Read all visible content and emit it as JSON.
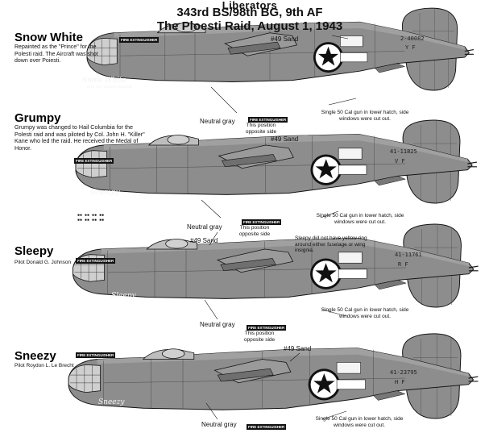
{
  "header": {
    "line1": "Liberators",
    "line2": "343rd BS/98th BG, 9th AF",
    "line3": "The Ploesti Raid, August 1, 1943"
  },
  "colors": {
    "aircraft_gray": "#8d8d8d",
    "ink": "#111111",
    "paper": "#ffffff"
  },
  "aircraft": [
    {
      "name": "Snow White",
      "description": "Repainted as the \"Prince\" for the Polesti raid. The Aircraft was shot down over Poiesti.",
      "nose_art": "Snow White",
      "nose_art_sub": "and the Seven Dwarfs",
      "serial": "2-40082",
      "tail_letters": "Y F",
      "fire_tag": "FIRE EXTINGUISHER",
      "sand_label": "#49 Sand",
      "neutral_label": "Neutral gray",
      "fire_tag_2": "FIRE EXTINGUISHER",
      "position_note": "This position opposite side",
      "gun_note": "Single 50 Cal gun in lower hatch, side windows were cut out."
    },
    {
      "name": "Grumpy",
      "description": "Grumpy was changed to Hail Columbia for the Polesti raid and was piloted by Col. John H. \"Killer\" Kane who led the raid. He received the Medal of Honor.",
      "nose_art": "Grumpy",
      "serial": "41-11825",
      "tail_letters": "V F",
      "fire_tag": "FIRE EXTINGUISHER",
      "sand_label": "#49 Sand",
      "neutral_label": "Neutral gray",
      "fire_tag_2": "FIRE EXTINGUISHER",
      "position_note": "This position opposite side",
      "gun_note": "Single 50 Cal gun in lower hatch, side windows were cut out."
    },
    {
      "name": "Sleepy",
      "description": "Pilot Donald G. Johnson",
      "nose_art": "Sleepy",
      "serial": "41-11761",
      "tail_letters": "R F",
      "fire_tag": "FIRE EXTINGUISHER",
      "sand_label": "#49 Sand",
      "insignia_note": "Sleepy did not have yellow ring around either fuselage or wing insignia.",
      "neutral_label": "Neutral gray",
      "fire_tag_2": "FIRE EXTINGUISHER",
      "position_note": "This position opposite side",
      "gun_note": "Single 50 Cal gun in lower hatch, side windows were cut out."
    },
    {
      "name": "Sneezy",
      "description": "Pilot Roydon L. Le Brecht",
      "nose_art": "Sneezy",
      "serial": "41-23795",
      "tail_letters": "H F",
      "fire_tag": "FIRE EXTINGUISHER",
      "sand_label": "#49 Sand",
      "neutral_label": "Neutral gray",
      "fire_tag_2": "FIRE EXTINGUISHER",
      "gun_note": "Single 50 Cal gun in lower hatch, side windows were cut out."
    }
  ]
}
